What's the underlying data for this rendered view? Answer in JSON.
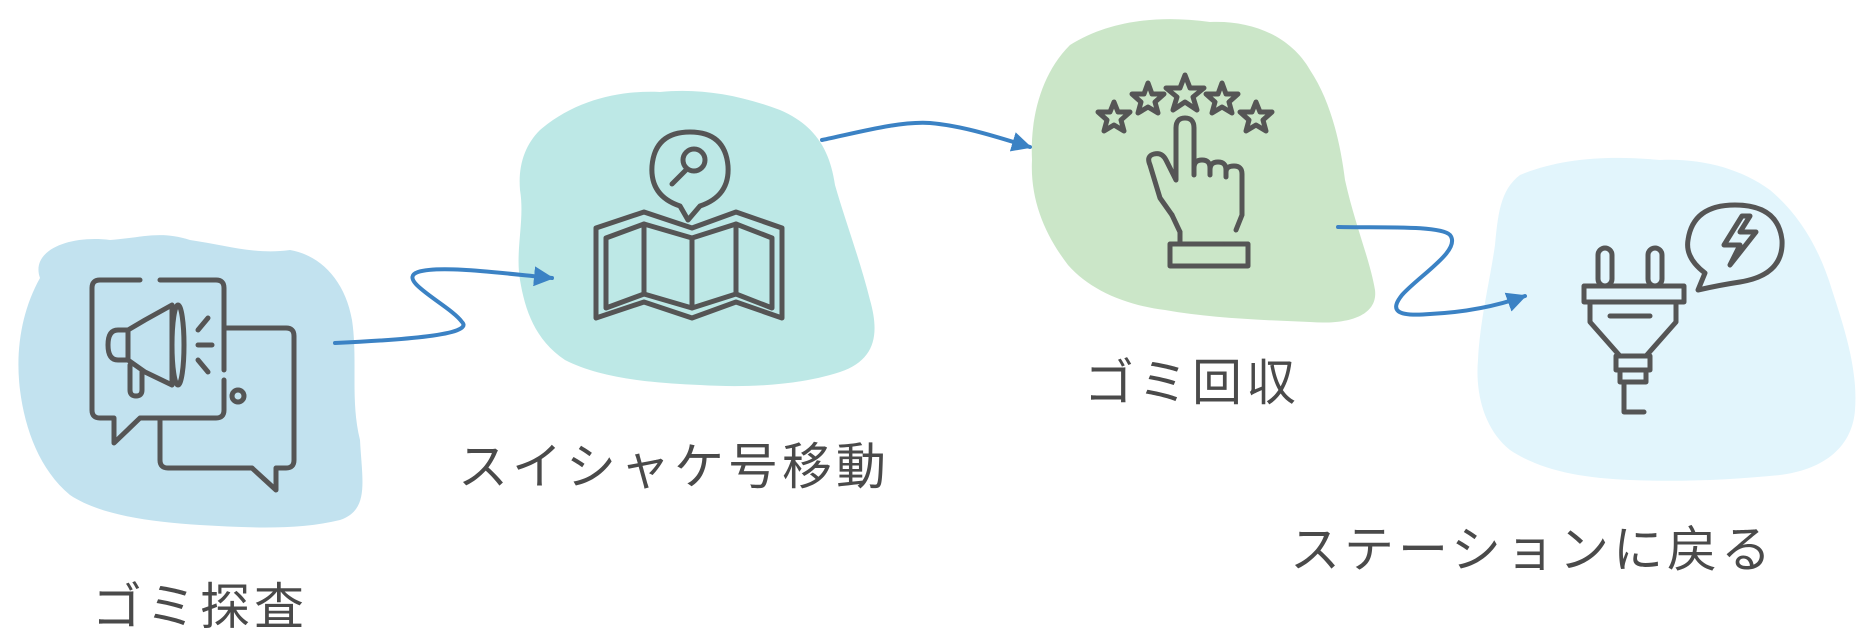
{
  "steps": [
    {
      "label": "ゴミ探査",
      "icon": "megaphone-chat-icon",
      "blob_color": "#c2e2ef"
    },
    {
      "label": "スイシャケ号移動",
      "icon": "map-location-icon",
      "blob_color": "#bde8e6"
    },
    {
      "label": "ゴミ回収",
      "icon": "hand-rating-stars-icon",
      "blob_color": "#cbe6c8"
    },
    {
      "label": "ステーションに戻る",
      "icon": "plug-charge-icon",
      "blob_color": "#e2f5fc"
    }
  ],
  "colors": {
    "arrow": "#3b82c4",
    "icon_stroke": "#555555",
    "text": "#4a4a4a"
  }
}
